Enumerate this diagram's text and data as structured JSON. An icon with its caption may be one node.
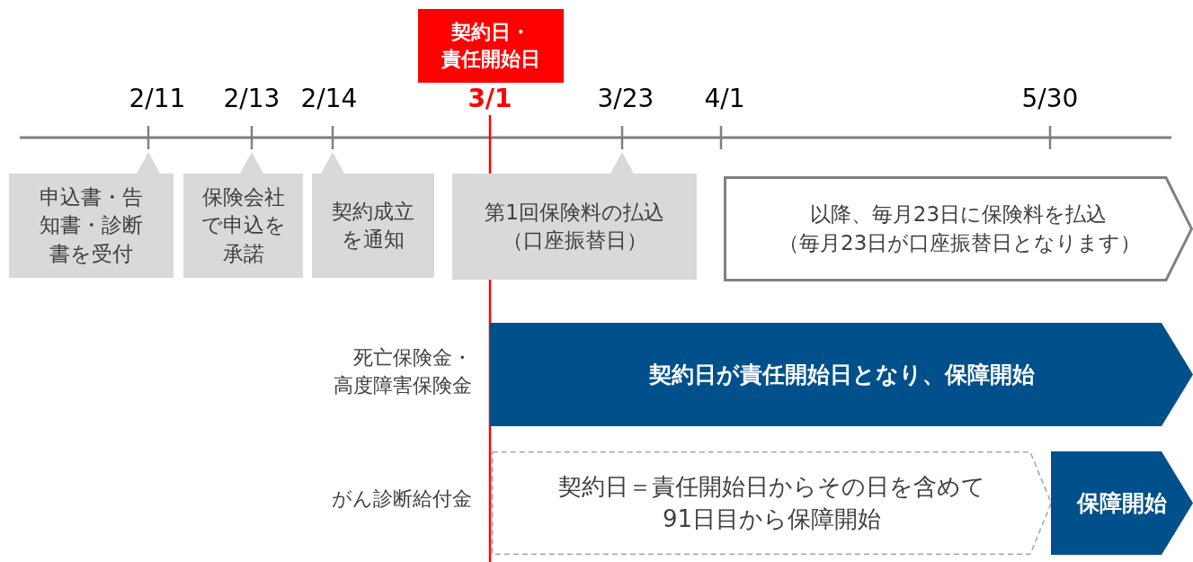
{
  "diagram": {
    "nodes": [
      {
        "text": [
          "契約日・責任開始日"
        ]
      },
      {
        "text": [
          "申込書・告知書・診断書を受付"
        ]
      },
      {
        "text": [
          "保険会社で申込を承諾"
        ]
      },
      {
        "text": [
          "契約成立を通知"
        ]
      },
      {
        "text": [
          "第1回保険料の払込（口座振替日）"
        ]
      },
      {
        "text": [
          "以降、毎月23日に保険料を払込（毎月23日が口座振替日となります）"
        ]
      },
      {
        "text": [
          "契約日が責任開始日となり、保障開始"
        ]
      },
      {
        "text": [
          "契約日＝責任開始日からその日を含めて91日目から保障開始"
        ]
      },
      {
        "text": [
          "保障開始"
        ]
      }
    ],
    "labels": [
      "2/11",
      "2/13",
      "2/14",
      "3/1",
      "3/23",
      "4/1",
      "5/30",
      "死亡保険金・高度障害保険金",
      "がん診断給付金"
    ]
  }
}
